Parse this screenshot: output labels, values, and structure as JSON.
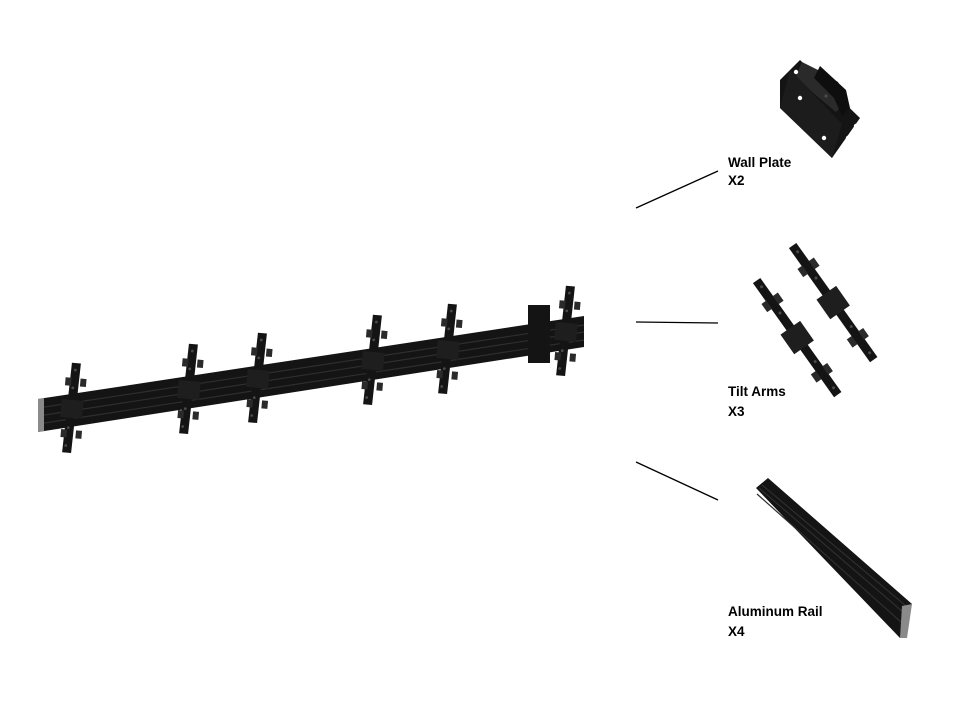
{
  "components": {
    "wall_plate": {
      "name": "Wall Plate",
      "qty": "X2"
    },
    "tilt_arms": {
      "name": "Tilt Arms",
      "qty": "X3"
    },
    "rail": {
      "name": "Aluminum Rail",
      "qty": "X4"
    }
  },
  "colors": {
    "part_fill": "#141414",
    "part_shade": "#2a2a2a",
    "part_highlight": "#4a4a4a",
    "end_cap": "#8a8a8a",
    "leader_line": "#000000"
  }
}
